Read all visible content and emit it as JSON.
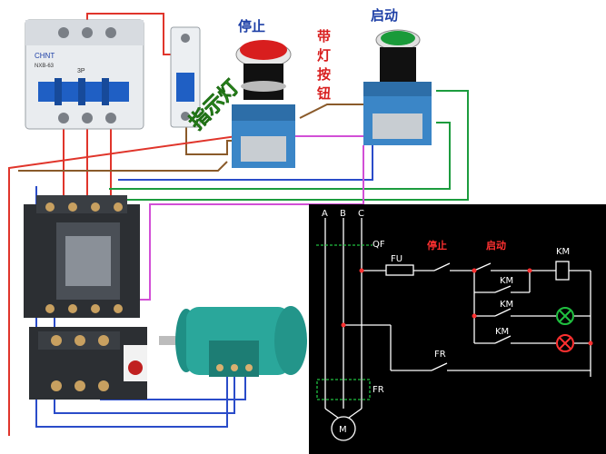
{
  "labels": {
    "stop": "停止",
    "start": "启动",
    "lamp_button": [
      "带",
      "灯",
      "按",
      "钮"
    ],
    "brand_chint": "CHNT",
    "breaker_model": "NXB-63",
    "breaker_label": "3P"
  },
  "schematic": {
    "phase_a": "A",
    "phase_b": "B",
    "phase_c": "C",
    "qf": "QF",
    "fu": "FU",
    "stop": "停止",
    "start": "启动",
    "km_coil": "KM",
    "km_contact_1": "KM",
    "km_contact_2": "KM",
    "km_contact_3": "KM",
    "fr_contact": "FR",
    "fr_heater": "FR",
    "motor": "M"
  },
  "colors": {
    "stop_button": "#d81e1e",
    "start_button": "#1a9a3a",
    "button_base": "#3b86c7",
    "motor": "#2aa79b",
    "wire_red": "#e0352b",
    "wire_blue": "#2a4cc9",
    "wire_green": "#1c9c3e",
    "wire_magenta": "#d24fd6",
    "wire_brown": "#8a5a2a",
    "lamp_green": "#20c040",
    "lamp_red": "#ff3030"
  }
}
